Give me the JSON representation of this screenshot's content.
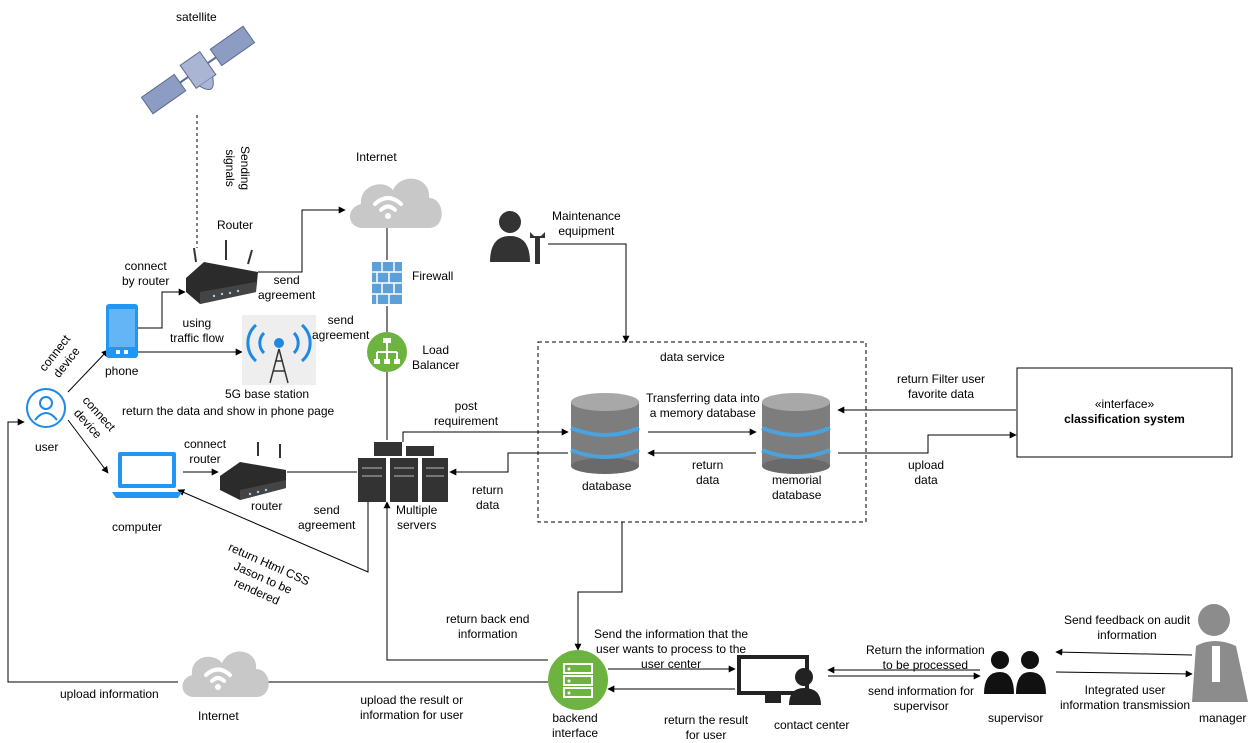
{
  "nodes": {
    "satellite": "satellite",
    "router_top": "Router",
    "internet_top": "Internet",
    "firewall": "Firewall",
    "load_balancer": "Load\nBalancer",
    "maintenance": "Maintenance\nequipment",
    "data_service": "data service",
    "phone": "phone",
    "base_station": "5G base station",
    "user": "user",
    "computer": "computer",
    "router_bottom": "router",
    "multiple_servers": "Multiple\nservers",
    "database": "database",
    "memorial_database": "memorial\ndatabase",
    "classification_stereotype": "«interface»",
    "classification_name": "classification system",
    "internet_bottom": "Internet",
    "backend_interface": "backend\ninterface",
    "contact_center": "contact center",
    "supervisor": "supervisor",
    "manager": "manager"
  },
  "edges": {
    "sending_signals": "Sending\nsignals",
    "connect_by_router": "connect\nby router",
    "send_agreement_1": "send\nagreement",
    "using_traffic_flow": "using\ntraffic flow",
    "send_agreement_2": "send\nagreement",
    "connect_device_1": "connect\ndevice",
    "connect_device_2": "connect\ndevice",
    "return_data_phone": "return the data and show in phone page",
    "connect_router": "connect\nrouter",
    "send_agreement_3": "send\nagreement",
    "return_html": "return Html CSS\nJason to be\nrendered",
    "post_requirement": "post\nrequirement",
    "return_data_servers": "return\ndata",
    "transferring": "Transferring data into\na memory database",
    "return_data_db": "return\ndata",
    "return_filter": "return Filter user\nfavorite data",
    "upload_data": "upload\ndata",
    "return_backend": "return back end\ninformation",
    "send_info_user_center": "Send the information that the\nuser wants to process to the\nuser center",
    "upload_information": "upload information",
    "upload_result": "upload the result or\ninformation for user",
    "return_result": "return the result\nfor user",
    "return_info_processed": "Return the information\nto be processed",
    "send_info_supervisor": "send information for\nsupervisor",
    "send_feedback": "Send feedback on audit\ninformation",
    "integrated_user": "Integrated user\ninformation transmission"
  },
  "colors": {
    "cloud": "#c8c8c8",
    "server_green": "#6db33f",
    "user_blue": "#1e88e5",
    "device_blue": "#2196f3",
    "db_grey": "#7d7d7d",
    "db_ring": "#4aa3df",
    "dark_icon": "#222222",
    "manager_grey": "#8c8c8c",
    "satellite_blue": "#7f8fb8"
  }
}
